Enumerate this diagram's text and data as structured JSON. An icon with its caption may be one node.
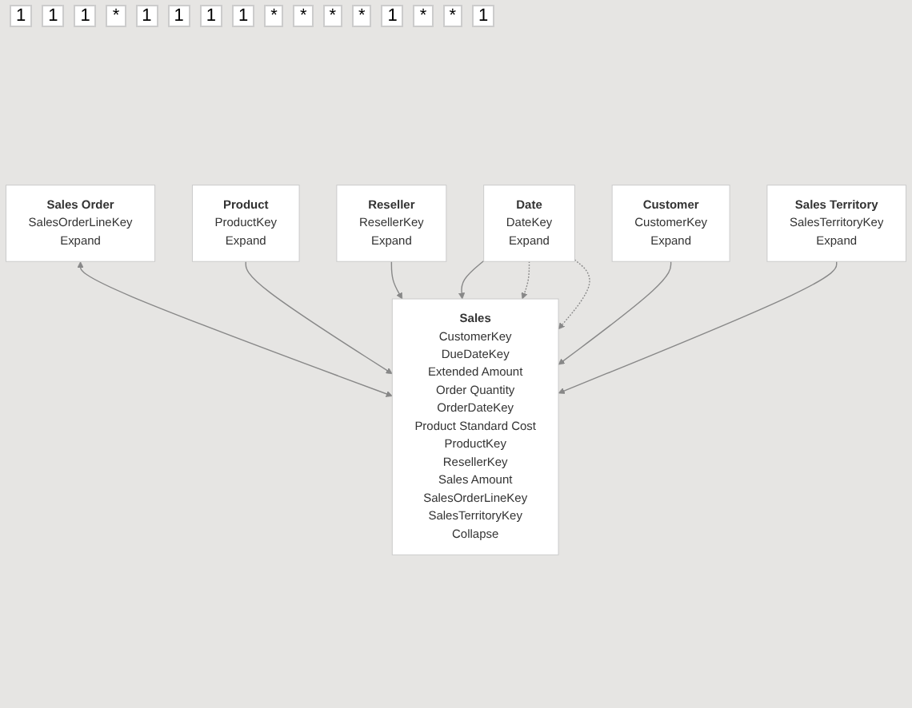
{
  "diagram": {
    "nodes": [
      {
        "text": [
          "Sales Order",
          "SalesOrderLineKey",
          "Expand"
        ]
      },
      {
        "text": [
          "Product",
          "ProductKey",
          "Expand"
        ]
      },
      {
        "text": [
          "Sales",
          "CustomerKey",
          "DueDateKey",
          "Extended Amount",
          "Order Quantity",
          "OrderDateKey",
          "Product Standard Cost",
          "ProductKey",
          "ResellerKey",
          "Sales Amount",
          "SalesOrderLineKey",
          "SalesTerritoryKey",
          "Collapse"
        ]
      },
      {
        "text": [
          "Reseller",
          "ResellerKey",
          "Expand"
        ]
      },
      {
        "text": [
          "Date",
          "DateKey",
          "Expand"
        ]
      },
      {
        "text": [
          "Customer",
          "CustomerKey",
          "Expand"
        ]
      },
      {
        "text": [
          "Sales Territory",
          "SalesTerritoryKey",
          "Expand"
        ]
      }
    ],
    "edges": [
      {
        "from": 0,
        "to": 2,
        "arrow": "both"
      },
      {
        "from": 1,
        "to": 2,
        "arrow": "to"
      },
      {
        "from": 3,
        "to": 2,
        "arrow": "to"
      },
      {
        "from": 4,
        "to": 2,
        "arrow": "to"
      },
      {
        "from": 4,
        "to": 2,
        "arrow": "to",
        "style": "dashed"
      },
      {
        "from": 4,
        "to": 2,
        "arrow": "to",
        "style": "dashed"
      },
      {
        "from": 5,
        "to": 2,
        "arrow": "to"
      },
      {
        "from": 6,
        "to": 2,
        "arrow": "to"
      }
    ],
    "labels": [
      "1",
      "1",
      "1",
      "*",
      "1",
      "1",
      "1",
      "1",
      "*",
      "*",
      "*",
      "*",
      "1",
      "*",
      "*",
      "1"
    ]
  }
}
